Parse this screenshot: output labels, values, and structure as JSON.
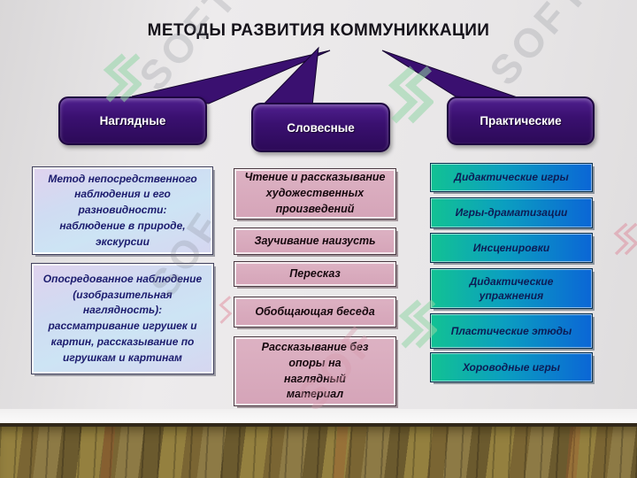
{
  "title": "МЕТОДЫ РАЗВИТИЯ КОММУНИККАЦИИ",
  "branches": [
    {
      "label": "Наглядные"
    },
    {
      "label": "Словесные"
    },
    {
      "label": "Практические"
    }
  ],
  "visual_methods": {
    "items": [
      {
        "text": "Метод непосредственного\nнаблюдения и его\nразновидности:\nнаблюдение в природе,\nэкскурсии"
      },
      {
        "text": "Опосредованное наблюдение\n(изобразительная\nнаглядность):\nрассматривание игрушек и\nкартин, рассказывание по\nигрушкам и картинам"
      }
    ]
  },
  "verbal_methods": {
    "items": [
      {
        "text": "Чтение и рассказывание\nхудожественных\nпроизведений"
      },
      {
        "text": "Заучивание наизусть"
      },
      {
        "text": "Пересказ"
      },
      {
        "text": "Обобщающая беседа"
      },
      {
        "text": "Рассказывание без\nопоры на\nнаглядный\nматериал"
      }
    ]
  },
  "practical_methods": {
    "items": [
      {
        "text": "Дидактические игры"
      },
      {
        "text": "Игры-драматизации"
      },
      {
        "text": "Инсценировки"
      },
      {
        "text": "Дидактические\nупражнения"
      },
      {
        "text": "Пластические этюды"
      },
      {
        "text": "Хороводные игры"
      }
    ]
  },
  "watermark": {
    "text": "SOFT",
    "text_short": "SOF"
  },
  "colors": {
    "title-color": "#15121a",
    "branch-fill": "#3a1070",
    "branch-border": "#1e0640",
    "visual-text": "#1c1c6e",
    "verbal-text": "#17090f",
    "practical-text": "#0d1c55",
    "practical-grad-left": "#12c293",
    "practical-grad-right": "#0b66d6",
    "floor-base": "#8d7842"
  }
}
